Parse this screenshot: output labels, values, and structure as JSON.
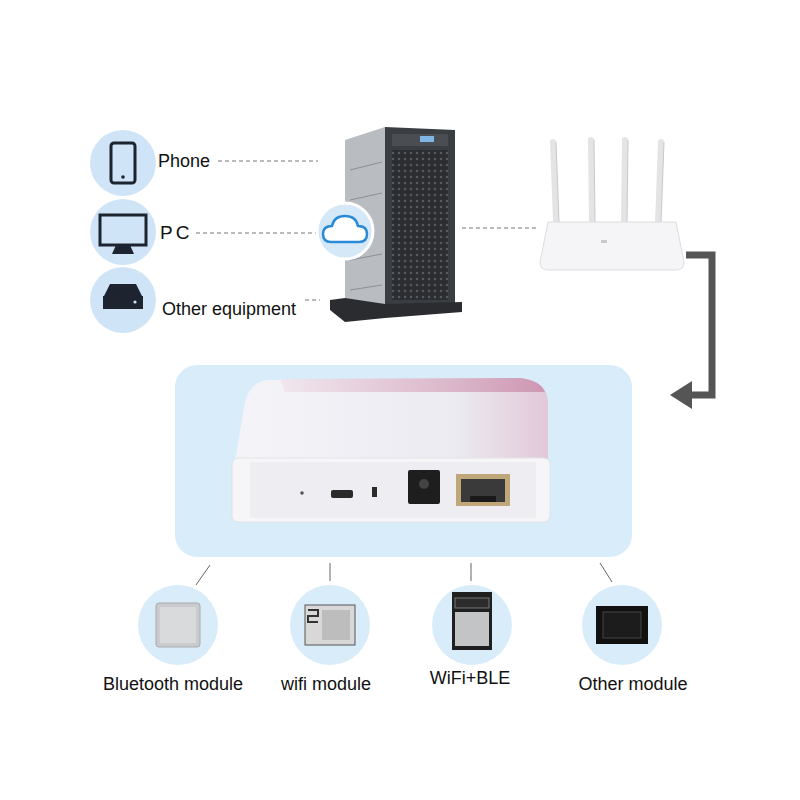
{
  "diagram": {
    "nodes": [
      {
        "text": [
          "Phone"
        ]
      },
      {
        "text": [
          "PC"
        ]
      },
      {
        "text": [
          "Other equipment"
        ]
      },
      {
        "text": [
          "Bluetooth module"
        ]
      },
      {
        "text": [
          "wifi module"
        ]
      },
      {
        "text": [
          "WiFi+BLE"
        ]
      },
      {
        "text": [
          "Other module"
        ]
      }
    ]
  }
}
